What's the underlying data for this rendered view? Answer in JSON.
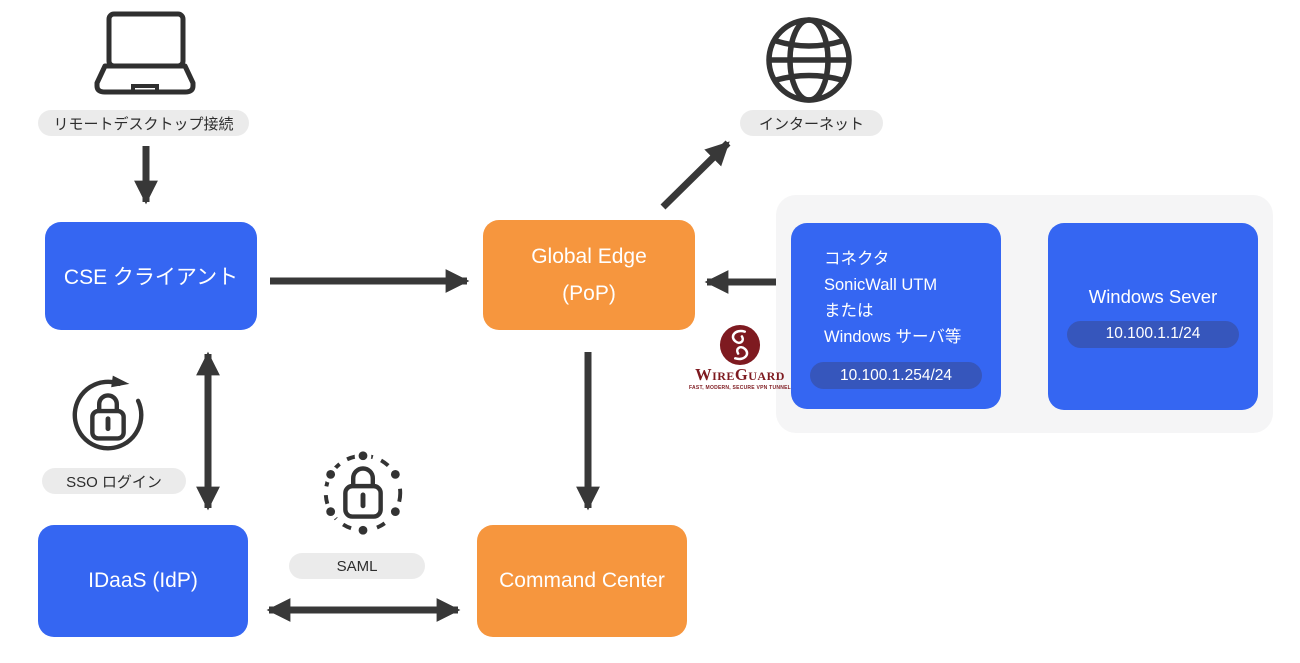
{
  "colors": {
    "node_blue": "#3566F2",
    "node_orange": "#F6963E",
    "ip_badge_blue": "#3656BC",
    "label_pill_gray": "#EBEBEB",
    "panel_gray": "#F5F5F6",
    "arrow_dark": "#383838",
    "wireguard_red": "#7E1A20"
  },
  "labels": {
    "remote_desktop": "リモートデスクトップ接続",
    "internet": "インターネット",
    "sso_login": "SSO ログイン",
    "saml": "SAML"
  },
  "nodes": {
    "cse_client": "CSE クライアント",
    "global_edge": {
      "line1": "Global Edge",
      "line2": "(PoP)"
    },
    "idaas": "IDaaS (IdP)",
    "command_center": "Command Center",
    "connector": {
      "lines": [
        "コネクタ",
        "SonicWall UTM",
        "または",
        "Windows サーバ等"
      ],
      "ip": "10.100.1.254/24"
    },
    "windows_server": {
      "title": "Windows Sever",
      "ip": "10.100.1.1/24"
    }
  },
  "logos": {
    "wireguard": {
      "name": "WireGuard",
      "tagline": "FAST, MODERN, SECURE VPN TUNNEL"
    }
  },
  "icons": {
    "laptop": "laptop-icon",
    "globe": "globe-icon",
    "sso": "sso-lock-refresh-icon",
    "saml": "saml-lock-network-icon",
    "wireguard": "wireguard-dragon-icon"
  }
}
